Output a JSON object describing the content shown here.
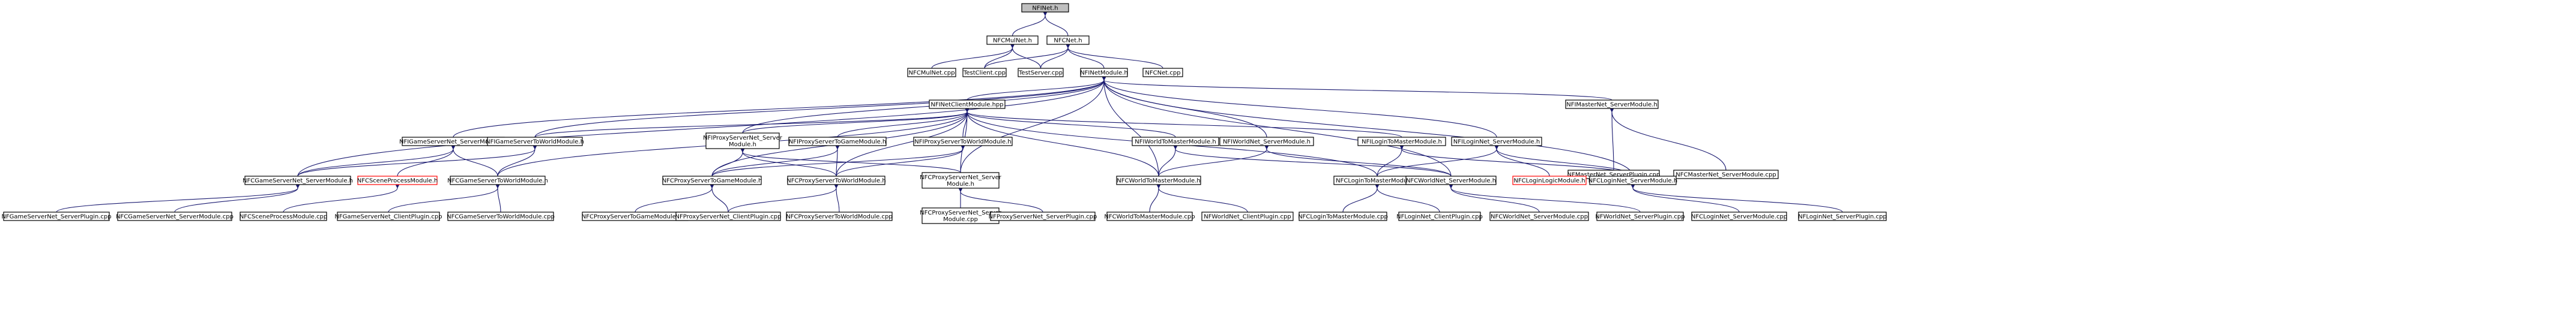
{
  "diagram": {
    "type": "include-dependency-graph",
    "edge_color": "#191970",
    "root_fill": "#bfbfbf",
    "red_border": "#ff0000",
    "nodes": {
      "root": "NFINet.h",
      "mulnet_h": "NFCMulNet.h",
      "cnet_h": "NFCNet.h",
      "mulnet_cpp": "NFCMulNet.cpp",
      "testclient": "TestClient.cpp",
      "testserver": "TestServer.cpp",
      "inetmodule": "NFINetModule.h",
      "cnet_cpp": "NFCNet.cpp",
      "netclient": "NFINetClientModule.hpp",
      "masternet_server": "NFIMasterNet_ServerModule.h",
      "gameserver_server": "NFIGameServerNet_ServerModule.h",
      "gameserver_toworld": "NFIGameServerToWorldModule.h",
      "proxy_server": "NFIProxyServerNet_Server\nModule.h",
      "proxy_togame": "NFIProxyServerToGameModule.h",
      "proxy_toworld": "NFIProxyServerToWorldModule.h",
      "world_tomaster": "NFIWorldToMasterModule.h",
      "worldnet_server": "NFIWorldNet_ServerModule.h",
      "login_tomaster": "NFILoginToMasterModule.h",
      "loginnet_server": "NFILoginNet_ServerModule.h",
      "c_masternet_plugin": "NFMasterNet_ServerPlugin.cpp",
      "c_masternet_cpp": "NFCMasterNet_ServerModule.cpp",
      "c_gameserver_h": "NFCGameServerNet_ServerModule.h",
      "c_sceneprocess_h": "NFCSceneProcessModule.h",
      "c_gametoworld_h": "NFCGameServerToWorldModule.h",
      "c_proxytogame_h": "NFCProxyServerToGameModule.h",
      "c_proxytoworld_h": "NFCProxyServerToWorldModule.h",
      "c_proxyserver_h": "NFCProxyServerNet_Server\nModule.h",
      "c_worldtomaster_h": "NFCWorldToMasterModule.h",
      "c_logintomaster_h": "NFCLoginToMasterModule.h",
      "c_worldnet_h": "NFCWorldNet_ServerModule.h",
      "c_loginlogic_h": "NFCLoginLogicModule.h",
      "c_loginnet_h": "NFCLoginNet_ServerModule.h",
      "l_gs_plugin": "NFGameServerNet_ServerPlugin.cpp",
      "l_gs_cpp": "NFCGameServerNet_ServerModule.cpp",
      "l_scene_cpp": "NFCSceneProcessModule.cpp",
      "l_gs_client_plugin": "NFGameServerNet_ClientPlugin.cpp",
      "l_gtw_cpp": "NFCGameServerToWorldModule.cpp",
      "l_ptg_cpp": "NFCProxyServerToGameModule.cpp",
      "l_pclient_plugin": "NFProxyServerNet_ClientPlugin.cpp",
      "l_ptw_cpp": "NFCProxyServerToWorldModule.cpp",
      "l_pserver_cpp": "NFCProxyServerNet_Server\nModule.cpp",
      "l_pserver_plugin": "NFProxyServerNet_ServerPlugin.cpp",
      "l_wtm_cpp": "NFCWorldToMasterModule.cpp",
      "l_wclient_plugin": "NFWorldNet_ClientPlugin.cpp",
      "l_ltm_cpp": "NFCLoginToMasterModule.cpp",
      "l_lclient_plugin": "NFLoginNet_ClientPlugin.cpp",
      "l_wnet_cpp": "NFCWorldNet_ServerModule.cpp",
      "l_wserver_plugin": "NFWorldNet_ServerPlugin.cpp",
      "l_lnet_cpp": "NFCLoginNet_ServerModule.cpp",
      "l_lserver_plugin": "NFLoginNet_ServerPlugin.cpp"
    }
  }
}
